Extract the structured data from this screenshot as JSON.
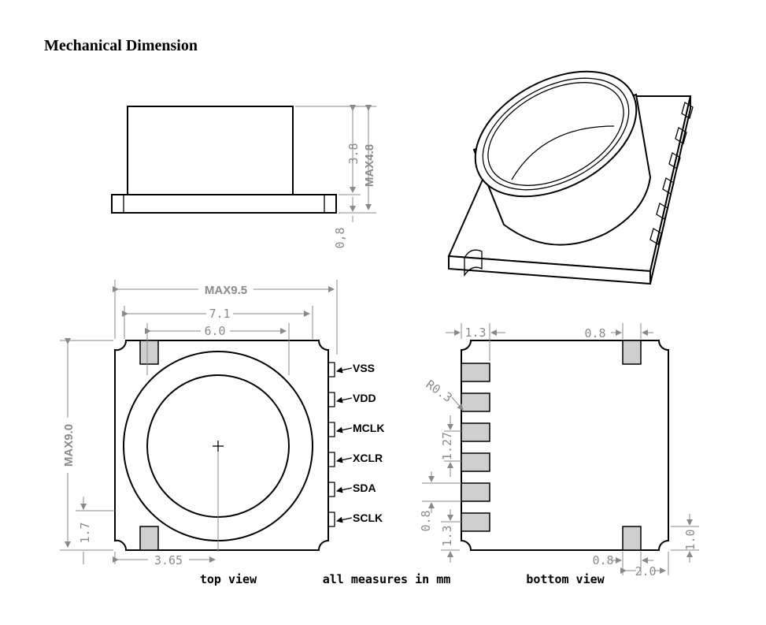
{
  "title": "Mechanical Dimension",
  "side_view": {
    "height_body": "3.8",
    "height_max": "MAX4.8",
    "height_base": "0,8"
  },
  "top_view": {
    "caption": "top view",
    "width_max": "MAX9.5",
    "width_body": "7.1",
    "width_lens": "6.0",
    "height_max": "MAX9.0",
    "pad_offset": "1.7",
    "center_offset": "3.65",
    "pins": [
      "VSS",
      "VDD",
      "MCLK",
      "XCLR",
      "SDA",
      "SCLK"
    ]
  },
  "bottom_view": {
    "caption": "bottom view",
    "pad_length": "1.3",
    "pad_width_top": "0.8",
    "radius": "R0.3",
    "pitch": "1.27",
    "pad_width_side": "0.8",
    "pad_offset_bottom": "1.3",
    "pad_width_bottom": "0.8",
    "corner_height": "1.0",
    "corner_offset": "2.0"
  },
  "note": "all measures in mm"
}
